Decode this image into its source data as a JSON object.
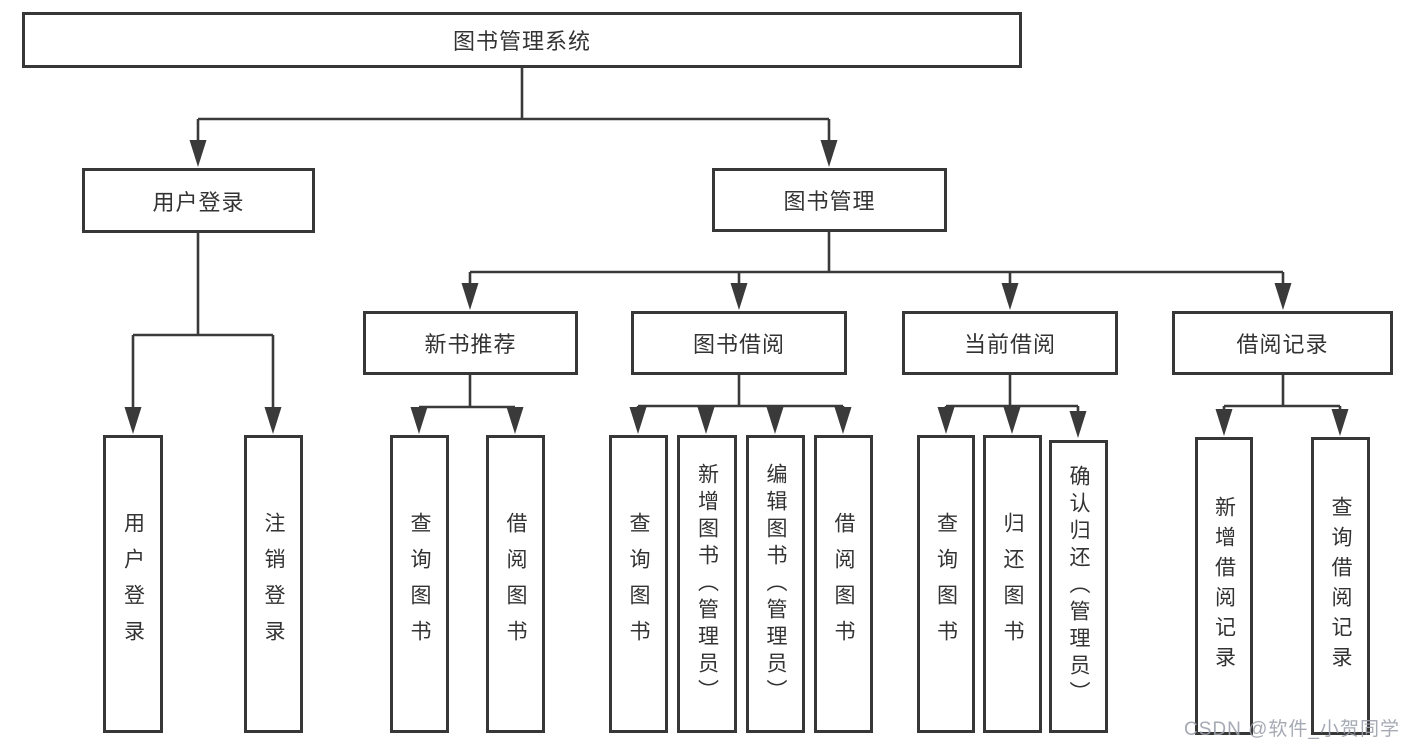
{
  "tree": {
    "label": "图书管理系统",
    "children": [
      {
        "label": "用户登录",
        "children": [
          {
            "label": "用户登录"
          },
          {
            "label": "注销登录"
          }
        ]
      },
      {
        "label": "图书管理",
        "children": [
          {
            "label": "新书推荐",
            "children": [
              {
                "label": "查询图书"
              },
              {
                "label": "借阅图书"
              }
            ]
          },
          {
            "label": "图书借阅",
            "children": [
              {
                "label": "查询图书"
              },
              {
                "label": "新增图书（管理员）"
              },
              {
                "label": "编辑图书（管理员）"
              },
              {
                "label": "借阅图书"
              }
            ]
          },
          {
            "label": "当前借阅",
            "children": [
              {
                "label": "查询图书"
              },
              {
                "label": "归还图书"
              },
              {
                "label": "确认归还（管理员）"
              }
            ]
          },
          {
            "label": "借阅记录",
            "children": [
              {
                "label": "新增借阅记录"
              },
              {
                "label": "查询借阅记录"
              }
            ]
          }
        ]
      }
    ]
  },
  "watermark": {
    "text": "CSDN @软件_小贺同学"
  },
  "colors": {
    "line": "#3a3a3a",
    "box_border": "#373737",
    "text": "#333333",
    "background": "#ffffff",
    "watermark": "#9ca1ac"
  }
}
